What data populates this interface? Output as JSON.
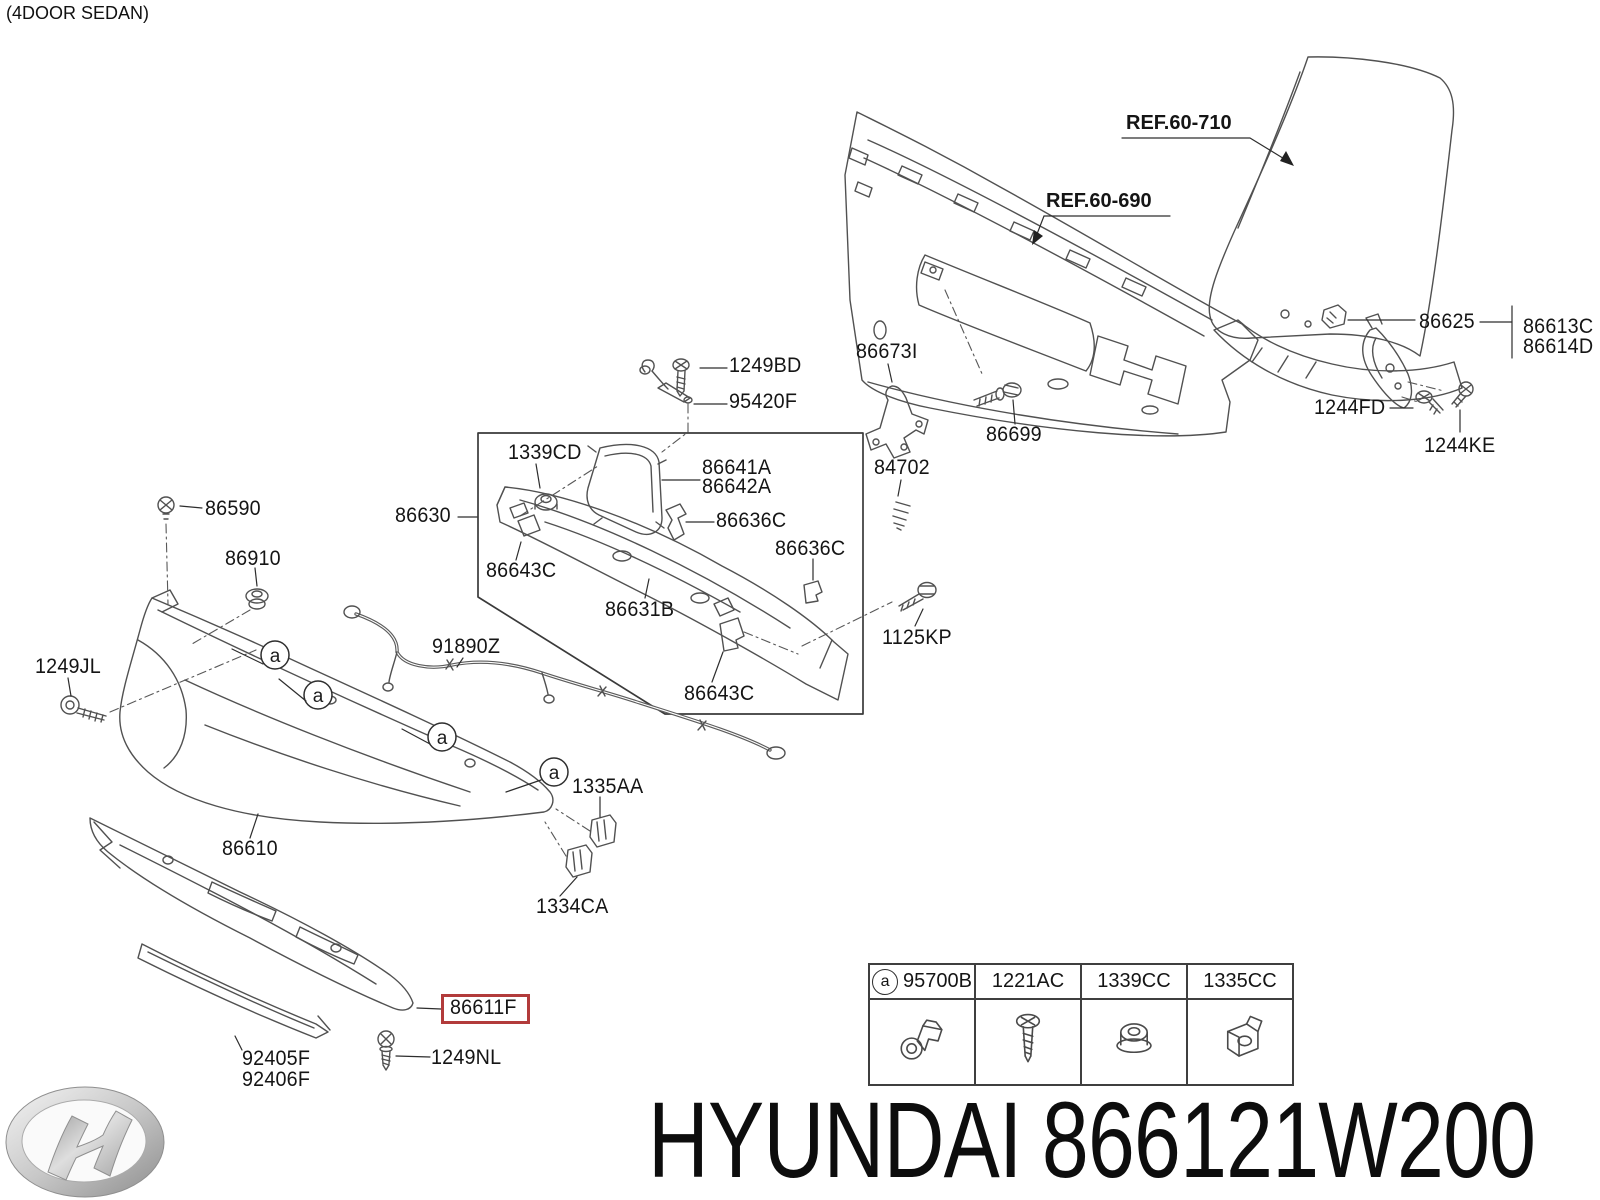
{
  "page": {
    "variant_note": "(4DOOR SEDAN)"
  },
  "callout_marker": "a",
  "parts": {
    "ref_710": "REF.60-710",
    "ref_690": "REF.60-690",
    "86673I": "86673I",
    "1249BD": "1249BD",
    "95420F": "95420F",
    "86699": "86699",
    "84702": "84702",
    "1339CD": "1339CD",
    "86641A": "86641A",
    "86642A": "86642A",
    "86636C": "86636C",
    "86630": "86630",
    "86643C": "86643C",
    "86631B": "86631B",
    "1125KP": "1125KP",
    "86590": "86590",
    "86910": "86910",
    "1249JL": "1249JL",
    "91890Z": "91890Z",
    "1335AA": "1335AA",
    "86610": "86610",
    "1334CA": "1334CA",
    "86611F": "86611F",
    "92405F": "92405F",
    "92406F": "92406F",
    "1249NL": "1249NL",
    "86625": "86625",
    "86613C": "86613C",
    "86614D": "86614D",
    "1244FD": "1244FD",
    "1244KE": "1244KE"
  },
  "legend_table": {
    "columns": [
      {
        "marker": "a",
        "part": "95700B",
        "icon": "parking-sensor-icon"
      },
      {
        "part": "1221AC",
        "icon": "tapping-screw-icon"
      },
      {
        "part": "1339CC",
        "icon": "flange-nut-icon"
      },
      {
        "part": "1335CC",
        "icon": "spring-clip-icon"
      }
    ]
  },
  "footer": {
    "brand": "HYUNDAI",
    "part_number": "866121W200"
  },
  "colors": {
    "highlight_box": "#b23b3b",
    "diagram_line": "#515151"
  }
}
